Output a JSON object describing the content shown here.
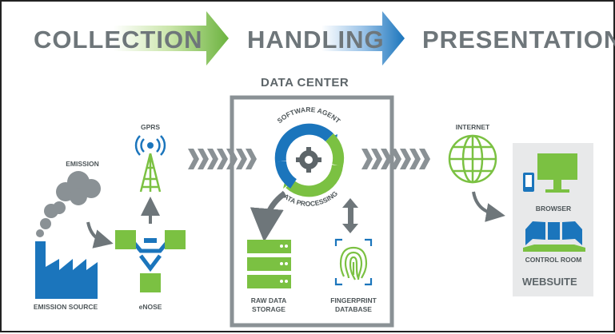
{
  "stages": {
    "collection": "COLLECTION",
    "handling": "HANDLING",
    "presentation": "PRESENTATION"
  },
  "data_center": {
    "title": "DATA CENTER",
    "ring_top": "SOFTWARE AGENT",
    "ring_bottom": "DATA PROCESSING",
    "raw_storage": [
      "RAW DATA",
      "STORAGE"
    ],
    "fingerprint_db": [
      "FINGERPRINT",
      "DATABASE"
    ]
  },
  "collection_labels": {
    "emission": "EMISSION",
    "emission_source": "EMISSION SOURCE",
    "gprs": "GPRS",
    "enose": "eNOSE"
  },
  "presentation_labels": {
    "internet": "INTERNET",
    "browser": "BROWSER",
    "control_room": "CONTROL ROOM",
    "websuite": "WEBSUITE"
  },
  "colors": {
    "green": "#7bc142",
    "blue": "#1b75bc",
    "gray_text": "#6e767a",
    "cloud_gray": "#8a9195",
    "panel_gray": "#e8e9ea"
  },
  "icons": [
    "factory-icon",
    "smoke-cloud-icon",
    "antenna-icon",
    "enose-sensor-icon",
    "chevron-arrows-icon",
    "gear-cycle-icon",
    "server-icon",
    "fingerprint-icon",
    "globe-icon",
    "monitor-icon",
    "control-room-icon"
  ]
}
